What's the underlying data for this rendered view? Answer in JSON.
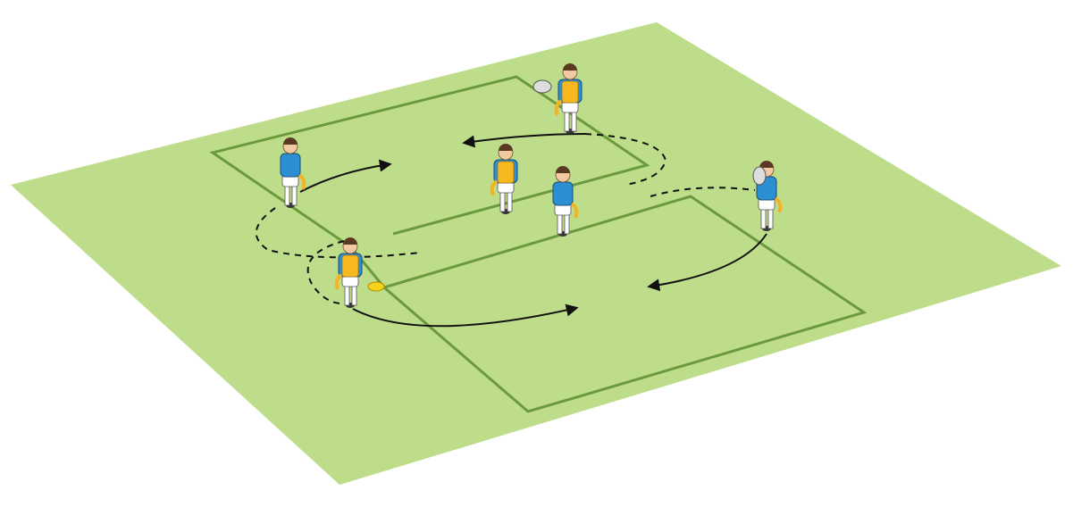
{
  "diagram": {
    "type": "rugby-drill",
    "colors": {
      "pitch": "#bedd8a",
      "pitch_lines": "#6b9a3c",
      "team_blue": "#2b8fd2",
      "team_yellow": "#f6b81e",
      "tag": "#f3b324",
      "cone": "#f7d21c",
      "arrow": "#111111"
    },
    "players": [
      {
        "team": "blue",
        "has_ball": false
      },
      {
        "team": "yellow",
        "has_ball": false
      },
      {
        "team": "yellow",
        "has_ball": false
      },
      {
        "team": "blue",
        "has_ball": false
      },
      {
        "team": "yellow",
        "has_ball": true
      },
      {
        "team": "blue",
        "has_ball": true
      }
    ]
  }
}
